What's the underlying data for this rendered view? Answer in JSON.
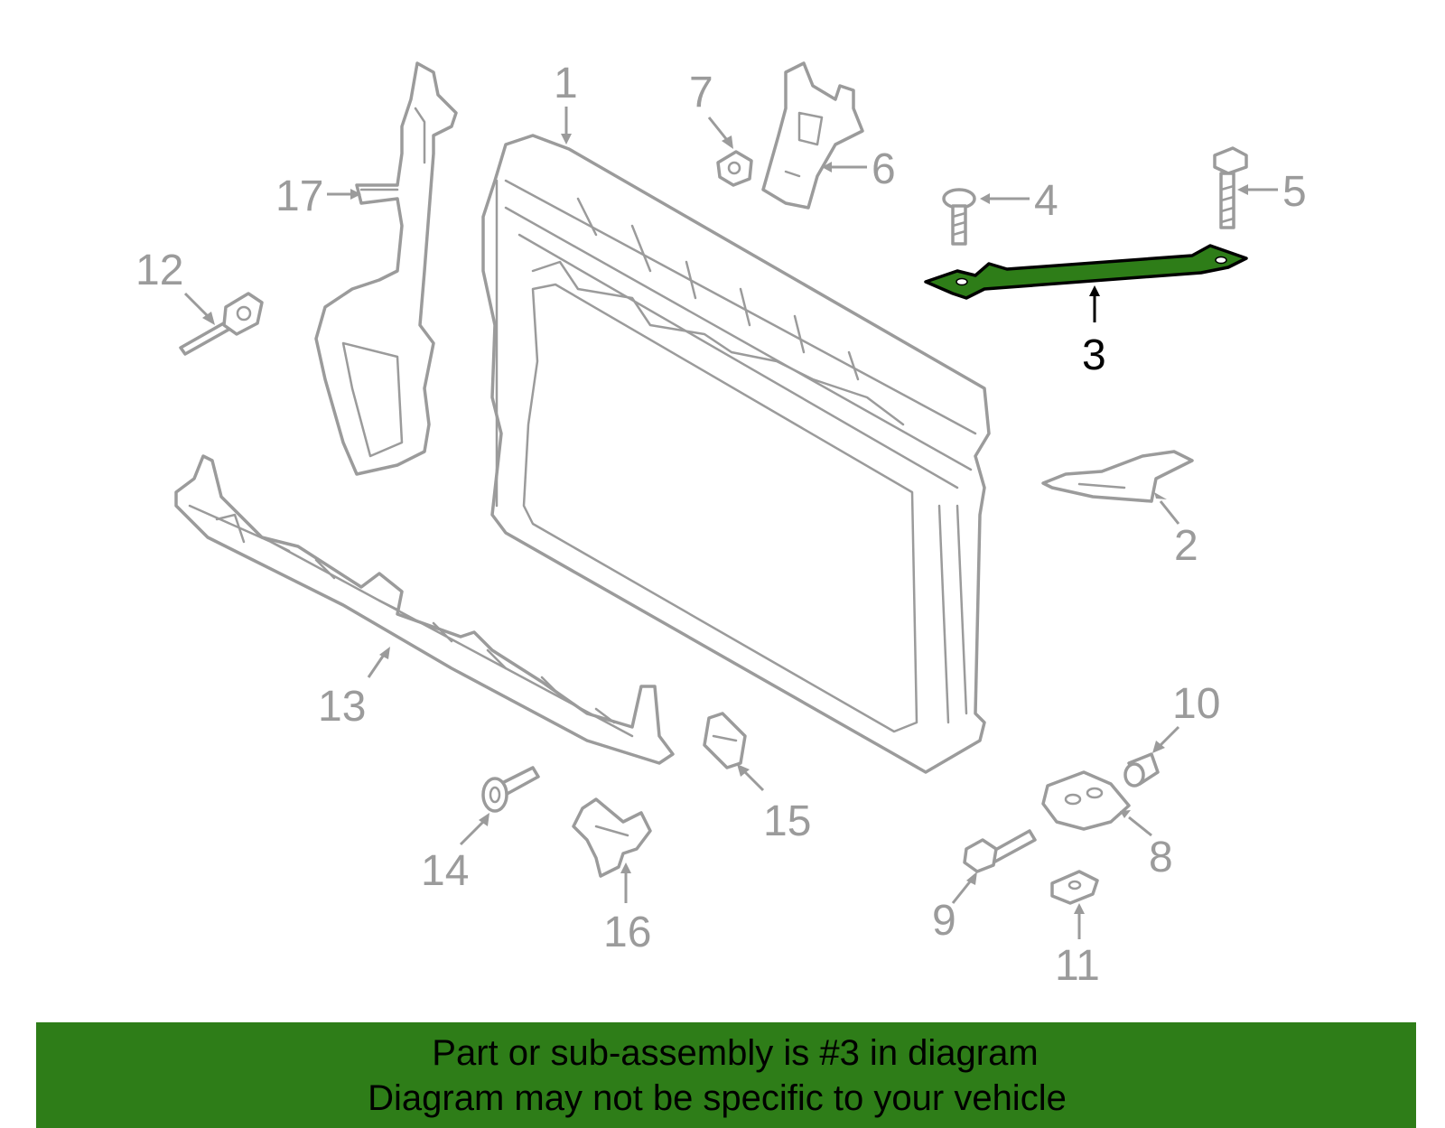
{
  "diagram": {
    "callouts": [
      {
        "id": "1",
        "label": "1"
      },
      {
        "id": "2",
        "label": "2"
      },
      {
        "id": "3",
        "label": "3",
        "highlighted": true
      },
      {
        "id": "4",
        "label": "4"
      },
      {
        "id": "5",
        "label": "5"
      },
      {
        "id": "6",
        "label": "6"
      },
      {
        "id": "7",
        "label": "7"
      },
      {
        "id": "8",
        "label": "8"
      },
      {
        "id": "9",
        "label": "9"
      },
      {
        "id": "10",
        "label": "10"
      },
      {
        "id": "11",
        "label": "11"
      },
      {
        "id": "12",
        "label": "12"
      },
      {
        "id": "13",
        "label": "13"
      },
      {
        "id": "14",
        "label": "14"
      },
      {
        "id": "15",
        "label": "15"
      },
      {
        "id": "16",
        "label": "16"
      },
      {
        "id": "17",
        "label": "17"
      }
    ],
    "colors": {
      "line_art": "#9b9b9b",
      "highlight_part": "#2e7d18",
      "highlight_text": "#000000"
    }
  },
  "banner": {
    "line1": "Part or sub-assembly is #3 in diagram",
    "line2": "Diagram may not be specific to your vehicle",
    "background": "#2e7d18"
  }
}
